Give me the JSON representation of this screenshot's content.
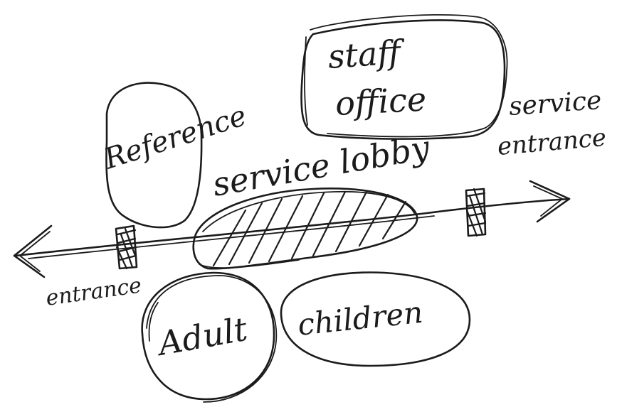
{
  "diagram": {
    "labels": {
      "staff": "staff",
      "office": "office",
      "reference": "Reference",
      "service_lobby": "service lobby",
      "service": "service",
      "service_entrance": "entrance",
      "entrance": "entrance",
      "adult": "Adult",
      "children": "children"
    },
    "colors": {
      "ink": "#1b1b1b",
      "paper": "#ffffff"
    }
  }
}
